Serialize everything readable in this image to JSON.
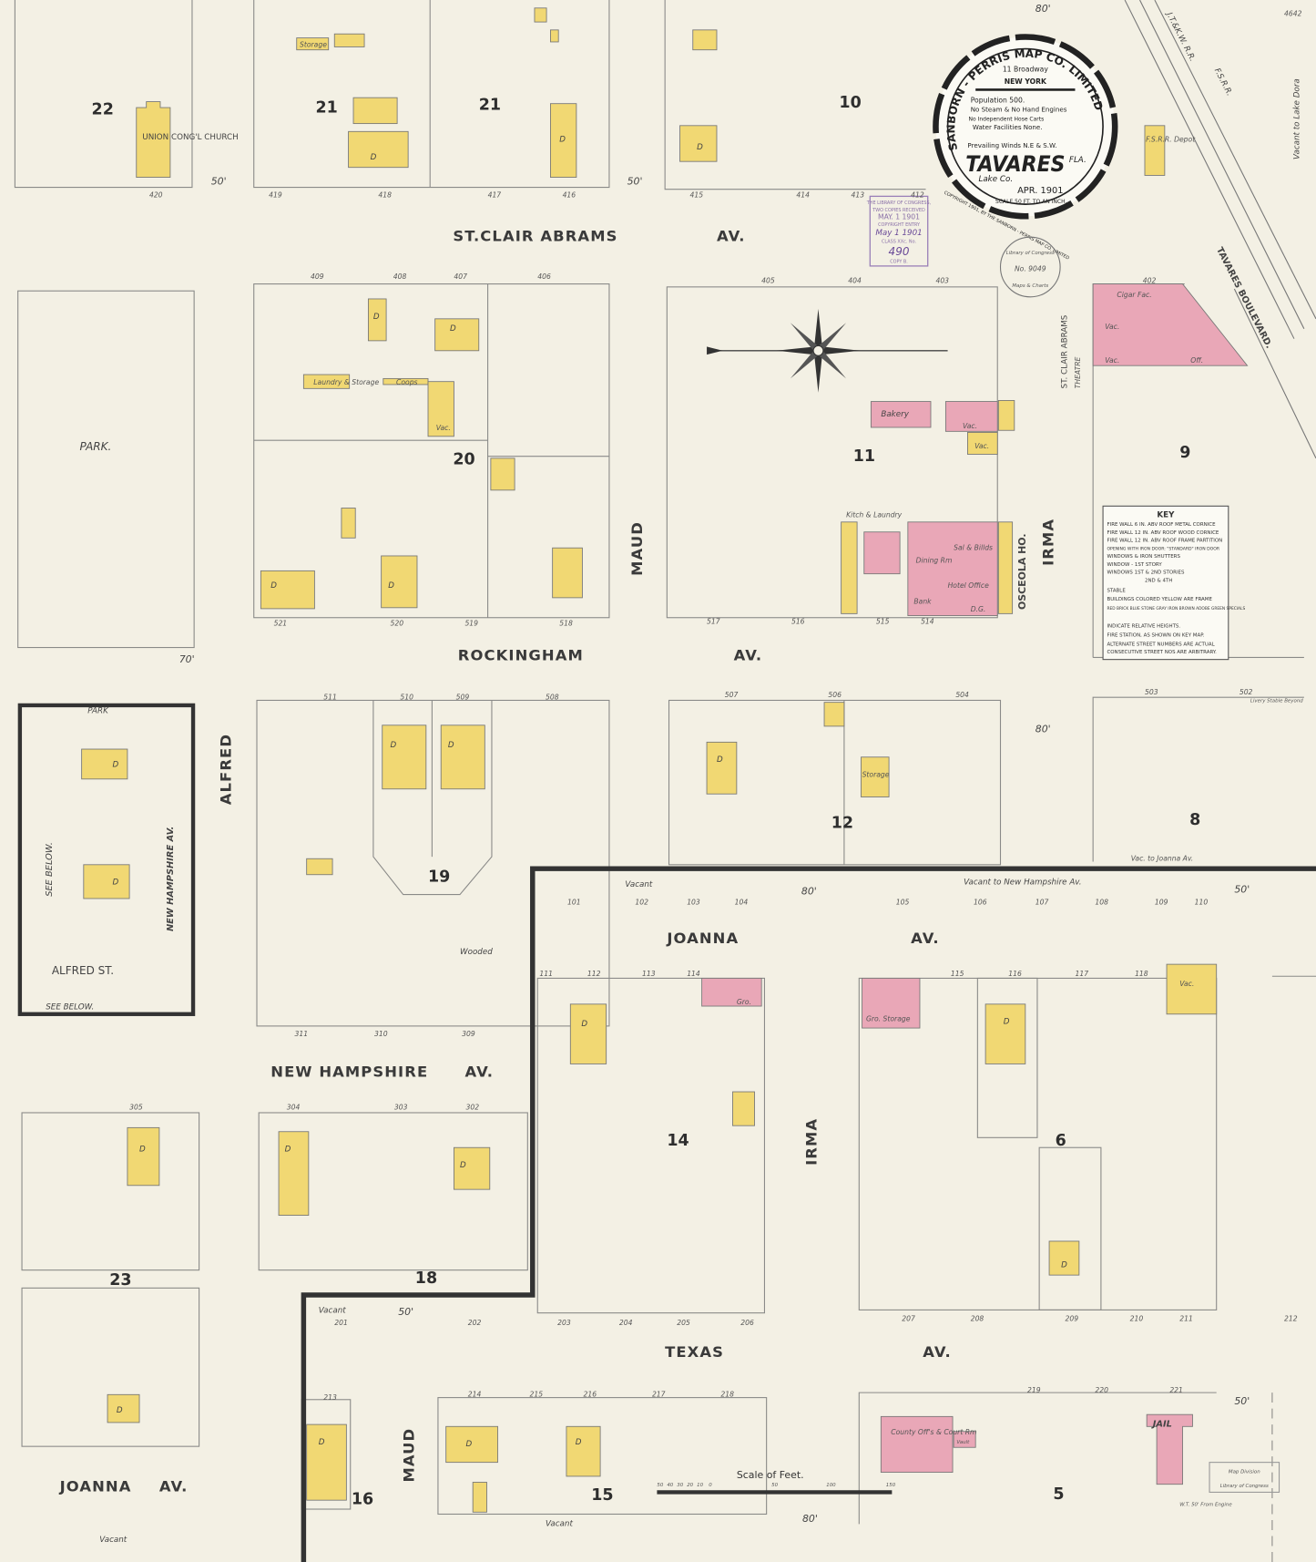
{
  "sheet_number": "4642",
  "seal": {
    "company": "SANBORN - PERRIS MAP CO. LIMITED",
    "address": "11 Broadway",
    "city": "NEW YORK",
    "population": "Population 500.",
    "engines": "No Steam & No Hand Engines",
    "hose": "No Independent Hose Carts",
    "water": "Water Facilities None.",
    "winds": "Prevailing Winds N.E & S.W.",
    "town": "TAVARES",
    "state": "FLA.",
    "county": "Lake Co.",
    "date": "APR. 1901",
    "scale": "SCALE 50 FT. TO AN INCH.",
    "copyright": "COPYRIGHT 1901, BY THE SANBORN - PERRIS MAP CO. LIMITED"
  },
  "stamps": {
    "copyright_stamp": [
      "THE LIBRARY OF CONGRESS,",
      "TWO COPIES RECEIVED",
      "MAY. 1 1901",
      "COPYRIGHT ENTRY",
      "May 1 1901",
      "CLASS XXc. No.",
      "490",
      "COPY B."
    ],
    "loc_round": [
      "Library of Congress",
      "No. 9049",
      "Maps & Charts"
    ],
    "map_division": [
      "Map Division",
      "Library of Congress"
    ]
  },
  "colors": {
    "frame": "#f1d873",
    "brick": "#e9a7b7",
    "paper": "#f3f0e4"
  },
  "streets": {
    "st_clair_abrams": "ST.CLAIR ABRAMS",
    "av": "AV.",
    "rockingham": "ROCKINGHAM",
    "joanna": "JOANNA",
    "new_hampshire": "NEW HAMPSHIRE",
    "texas": "TEXAS",
    "maud": "MAUD",
    "irma": "IRMA",
    "alfred": "ALFRED",
    "alfred_st": "ALFRED ST.",
    "new_hampshire_av_inset": "NEW HAMPSHIRE AV.",
    "st_clair_abrams_vertical": "ST. CLAIR ABRAMS",
    "tavares_blvd": "TAVARES BOULEVARD.",
    "jtkw_rr": "J.T.&K.W. R.R.",
    "fsrr": "F.S.R.R.",
    "park": "PARK.",
    "park_inset": "PARK",
    "see_below": "SEE BELOW.",
    "vacant_to_lake_dora": "Vacant to Lake Dora",
    "vacant_to_new_hampshire": "Vacant to New Hampshire Av.",
    "vac_to_joanna": "Vac. to Joanna Av.",
    "vacant": "Vacant",
    "wooded": "Wooded"
  },
  "blocks": [
    "22",
    "21",
    "21",
    "10",
    "20",
    "11",
    "9",
    "19",
    "12",
    "8",
    "14",
    "6",
    "23",
    "18",
    "16",
    "15",
    "5"
  ],
  "buildings": {
    "church": "UNION CONG'L CHURCH",
    "storage": "Storage",
    "laundry": "Laundry & Storage",
    "coops": "Coops",
    "bakery": "Bakery",
    "kitch_laundry": "Kitch & Laundry",
    "dining": "Dining Rm",
    "sal_billds": "Sal & Billds",
    "hotel": "Hotel Office",
    "bank": "Bank",
    "dg": "D.G.",
    "osceola": "OSCEOLA HO.",
    "theatre": "THEATRE",
    "cigar": "Cigar Fac.",
    "vac": "Vac.",
    "off": "Off.",
    "depot": "F.S.R.R. Depot",
    "gro": "Gro.",
    "gro_storage": "Gro. Storage",
    "county_offs": "County Off's & Court Rm",
    "vault": "Vault",
    "jail": "JAIL",
    "dwelling": "D",
    "livery": "Livery Stable Beyond",
    "wt": "W.T. 50' From Engine"
  },
  "key": {
    "title": "KEY",
    "lines": [
      "FIRE WALL 6 IN. ABV ROOF METAL CORNICE",
      "FIRE WALL 12 IN. ABV ROOF WOOD CORNICE",
      "FIRE WALL 12 IN. ABV ROOF FRAME PARTITION",
      "OPENING WITH IRON DOOR: \"STANDARD\" IRON DOOR",
      "WINDOWS & IRON SHUTTERS",
      "WINDOW - 1ST STORY",
      "WINDOWS 1ST & 2ND STORIES",
      "2ND & 4TH",
      "STABLE",
      "BUILDINGS COLORED YELLOW ARE FRAME",
      "RED BRICK  BLUE STONE  GRAY IRON  BROWN ADOBE  GREEN SPECIALS",
      "INDICATE RELATIVE HEIGHTS.",
      "FIRE STATION, AS SHOWN ON KEY MAP.",
      "ALTERNATE STREET NUMBERS ARE ACTUAL",
      "CONSECUTIVE STREET NOS ARE ARBITRARY."
    ]
  },
  "scale_bar": {
    "title": "Scale of Feet.",
    "ticks": [
      "50",
      "40",
      "30",
      "20",
      "10",
      "0",
      "50",
      "100",
      "150"
    ]
  },
  "widths": {
    "w80": "80'",
    "w70": "70'",
    "w50": "50'"
  },
  "house_numbers": [
    "420",
    "419",
    "418",
    "417",
    "416",
    "415",
    "414",
    "413",
    "412",
    "409",
    "408",
    "407",
    "406",
    "405",
    "404",
    "403",
    "402",
    "521",
    "520",
    "519",
    "518",
    "517",
    "516",
    "515",
    "514",
    "511",
    "510",
    "509",
    "508",
    "507",
    "506",
    "504",
    "503",
    "502",
    "311",
    "310",
    "309",
    "305",
    "304",
    "303",
    "302",
    "101",
    "102",
    "103",
    "104",
    "105",
    "106",
    "107",
    "108",
    "109",
    "110",
    "111",
    "112",
    "113",
    "114",
    "115",
    "116",
    "117",
    "118",
    "201",
    "202",
    "203",
    "204",
    "205",
    "206",
    "207",
    "208",
    "209",
    "210",
    "211",
    "212",
    "213",
    "214",
    "215",
    "216",
    "217",
    "218",
    "219",
    "220",
    "221"
  ]
}
